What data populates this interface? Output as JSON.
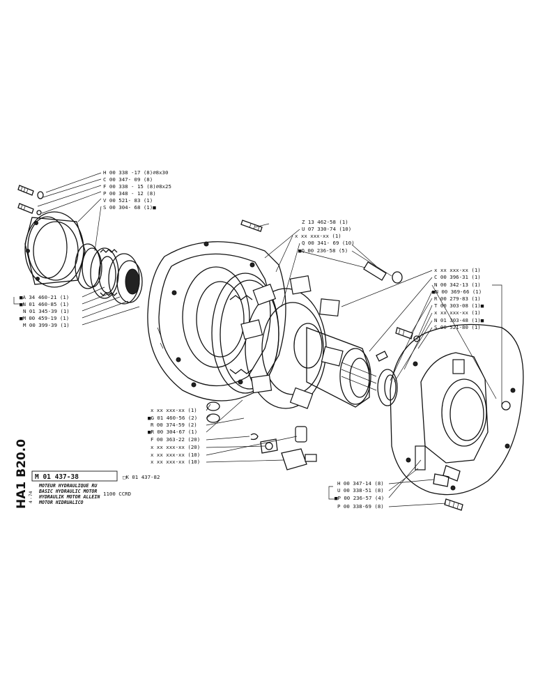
{
  "labels_top_left": [
    "H 00 338 -17 (8)∅8x30",
    "C 00 347- 09 (8)",
    "F 00 338 - 15 (8)∅8x25",
    "P 00 348 - 12 (8)",
    "V 00 521- 83 (1)",
    "S 00 304- 68 (1)■"
  ],
  "labels_left": [
    "■A 34 460-21 (1)",
    "■N 01 460-85 (1)",
    "N 01 345-39 (1)",
    "■M 00 459-19 (1)",
    "M 00 399-39 (1)"
  ],
  "labels_top_center": [
    "Z 13 462-58 (1)",
    "U 07 330-74 (10)",
    "x xx xxx-xx (1)",
    "Q 00 341- 69 (10)",
    "■Q 00 236-58 (5)"
  ],
  "labels_right": [
    "x xx xxx-xx (1)",
    "C 00 396-31 (1)",
    "N 00 342-13 (1)",
    "■N 00 369-66 (1)",
    "R 00 279-83 (1)",
    "T 00 303-08 (1)■",
    "x xx xxx-xx (1)",
    "N 01 303-48 (1)■",
    "S 00 521-80 (1)"
  ],
  "labels_bottom_center": [
    "x xx xxx-xx (1)",
    "■G 01 460-56 (2)",
    "R 00 374-59 (2)",
    "■R 00 304-67 (1)",
    "F 00 363-22 (20)",
    "x xx xxx-xx (20)",
    "x xx xxx-xx (10)",
    "x xx xxx-xx (10)"
  ],
  "labels_bottom_right": [
    "H 00 347-14 (8)",
    "U 00 338-51 (8)",
    "■P 00 236-57 (4)",
    "P 00 338-69 (8)"
  ],
  "title_block": {
    "code": "M 01 437-38",
    "ref": "□K 01 437-82",
    "desc_lines": [
      "MOTEUR HYDRAULIQUE RU",
      "BASIC HYDRAULIC MOTOR",
      "HYDRAULIK MOTOR ALLEIN",
      "MOTOR HIDRUALICO"
    ],
    "model": "1100  CCRD",
    "side_code": "HA1  B20.0",
    "side_small": "4 - 74"
  }
}
